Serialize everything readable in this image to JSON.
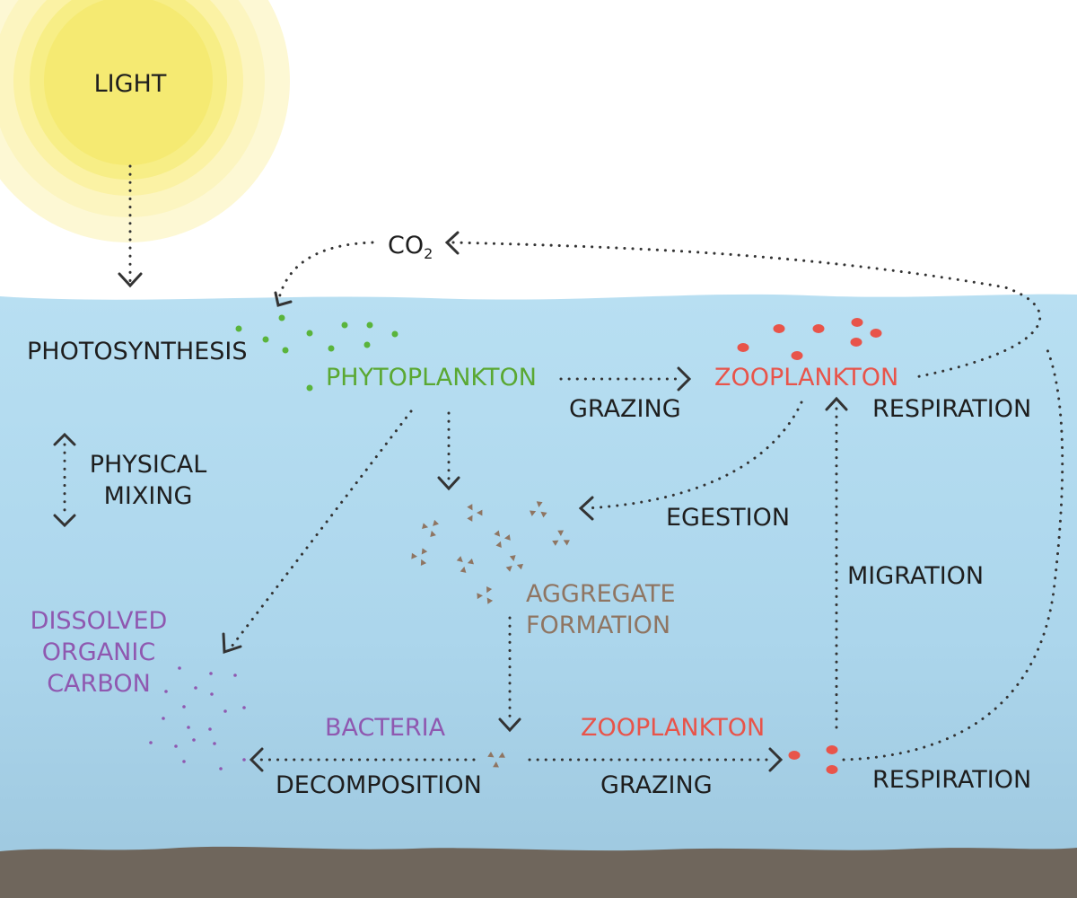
{
  "labels": {
    "light": "LIGHT",
    "co2_main": "CO",
    "co2_sub": "2",
    "photosynthesis": "PHOTOSYNTHESIS",
    "phytoplankton": "PHYTOPLANKTON",
    "zooplankton_top": "ZOOPLANKTON",
    "grazing_top": "GRAZING",
    "respiration_top": "RESPIRATION",
    "physical_mixing_line1": "PHYSICAL",
    "physical_mixing_line2": "MIXING",
    "egestion": "EGESTION",
    "migration": "MIGRATION",
    "aggregate_line1": "AGGREGATE",
    "aggregate_line2": "FORMATION",
    "doc_line1": "DISSOLVED",
    "doc_line2": "ORGANIC",
    "doc_line3": "CARBON",
    "bacteria": "BACTERIA",
    "zooplankton_bottom": "ZOOPLANKTON",
    "decomposition": "DECOMPOSITION",
    "grazing_bottom": "GRAZING",
    "respiration_bottom": "RESPIRATION"
  },
  "colors": {
    "sky": "#ffffff",
    "sun_core": "#f5ec75",
    "sun_glow": "#fbf4b4",
    "water_top": "#b6def1",
    "water_bottom": "#a3cce3",
    "seafloor": "#6f665c",
    "arrow": "#333333",
    "phytoplankton": "#5ab43c",
    "zooplankton": "#e8544a",
    "aggregate": "#8f7562",
    "doc": "#8f58b0"
  }
}
